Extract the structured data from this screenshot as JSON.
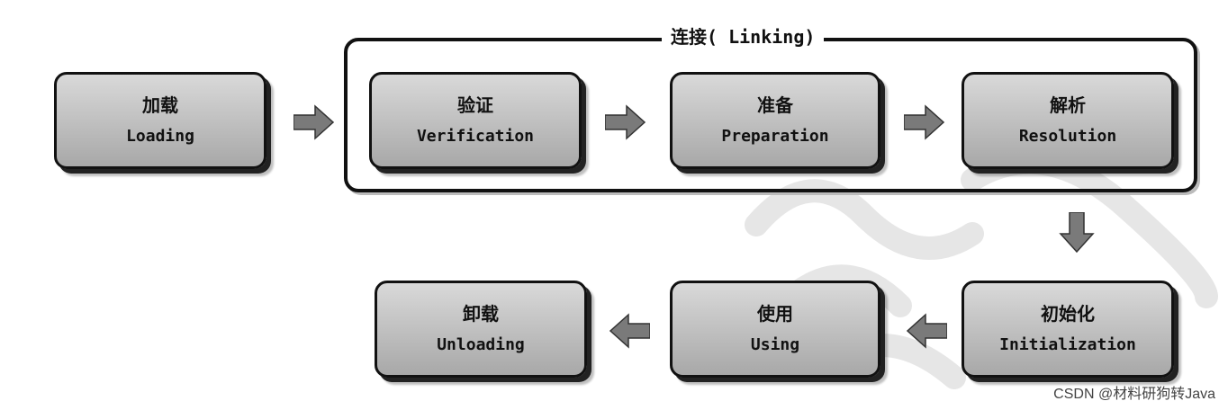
{
  "linking": {
    "title": "连接( Linking)"
  },
  "stages": {
    "loading": {
      "zh": "加载",
      "en": "Loading"
    },
    "verification": {
      "zh": "验证",
      "en": "Verification"
    },
    "preparation": {
      "zh": "准备",
      "en": "Preparation"
    },
    "resolution": {
      "zh": "解析",
      "en": "Resolution"
    },
    "initialization": {
      "zh": "初始化",
      "en": "Initialization"
    },
    "using": {
      "zh": "使用",
      "en": "Using"
    },
    "unloading": {
      "zh": "卸载",
      "en": "Unloading"
    }
  },
  "credit": "CSDN @材料研狗转Java",
  "colors": {
    "box_top": "#d9d9d9",
    "box_bottom": "#a8a8a8",
    "arrow": "#777777",
    "outline": "#111111"
  }
}
